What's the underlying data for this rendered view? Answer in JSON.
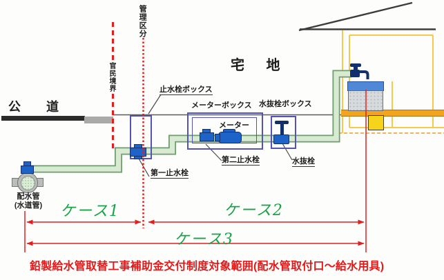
{
  "diagram": {
    "title": "鉛製給水管取替工事補助金交付制度対象範囲(配水管取付口～給水用具)",
    "areas": {
      "public_road": "公 道",
      "residential_land": "宅 地"
    },
    "boundaries": {
      "management_division": "管理区分",
      "public_private_boundary": "官民境界"
    },
    "equipment": {
      "stop_valve_box": "止水栓ボックス",
      "meter_box": "メーターボックス",
      "drain_valve_box": "水抜栓ボックス",
      "meter": "メーター",
      "first_stop_valve": "第一止水栓",
      "second_stop_valve": "第二止水栓",
      "drain_valve": "水抜栓",
      "distribution_pipe": "配水管",
      "distribution_pipe_sub": "(水道管)"
    },
    "cases": {
      "case1": "ケース1",
      "case2": "ケース2",
      "case3": "ケース3"
    },
    "colors": {
      "dimension_red": "#e02020",
      "case_green": "#17a345",
      "pipe_green_fill": "#d9ead3",
      "pipe_green_border": "#6d9c6d",
      "box_blue": "#5352b5",
      "valve_blue": "#1e63c8",
      "house_yellow": "#f6c94e",
      "counter_orange": "#f2a41e",
      "title_red": "#e51818"
    }
  }
}
